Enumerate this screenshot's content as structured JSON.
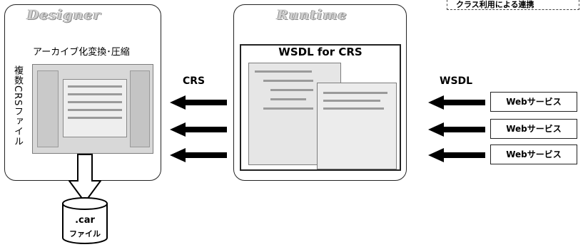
{
  "top_note": "クラス利用による連携",
  "designer": {
    "logo": "Designer",
    "archive_title": "アーカイブ化変換･圧縮",
    "vertical_label": "複数CRSファイル"
  },
  "runtime": {
    "logo": "Runtime",
    "wsdl_title": "WSDL for CRS"
  },
  "labels": {
    "crs": "CRS",
    "wsdl": "WSDL"
  },
  "web_services": [
    {
      "label": "Webサービス"
    },
    {
      "label": "Webサービス"
    },
    {
      "label": "Webサービス"
    }
  ],
  "car_file": {
    "ext": ".car",
    "kind": "ファイル"
  },
  "colors": {
    "stroke": "#222222",
    "arrow_fill": "#000000",
    "logo": "#cfcfcf",
    "screenshot": "#d8d8d8"
  }
}
